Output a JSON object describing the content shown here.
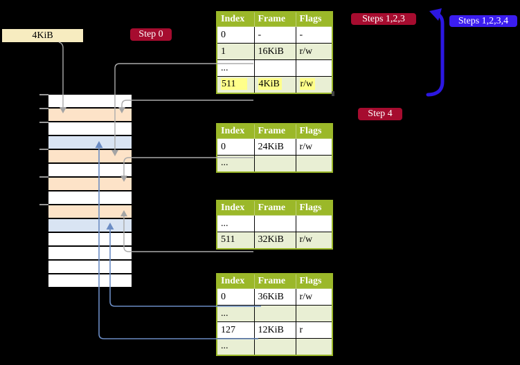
{
  "frame_label": {
    "text": "4KiB"
  },
  "badges": {
    "step0": "Step 0",
    "steps123": "Steps 1,2,3",
    "steps1234": "Steps 1,2,3,4",
    "step4": "Step 4"
  },
  "memory_column": {
    "rows": [
      "white",
      "peach",
      "white",
      "blue",
      "peach",
      "white",
      "peach",
      "white",
      "peach",
      "blue",
      "white",
      "white",
      "white",
      "white"
    ]
  },
  "tables": [
    {
      "headers": [
        "Index",
        "Frame",
        "Flags"
      ],
      "rows": [
        {
          "shade": "plain",
          "cells": [
            "0",
            "-",
            "-"
          ]
        },
        {
          "shade": "alt",
          "cells": [
            "1",
            "16KiB",
            "r/w"
          ]
        },
        {
          "shade": "plain",
          "cells": [
            "...",
            "",
            ""
          ]
        },
        {
          "shade": "alt",
          "highlight": true,
          "cells": [
            "511",
            "4KiB",
            "r/w"
          ]
        }
      ]
    },
    {
      "headers": [
        "Index",
        "Frame",
        "Flags"
      ],
      "rows": [
        {
          "shade": "plain",
          "cells": [
            "0",
            "24KiB",
            "r/w"
          ]
        },
        {
          "shade": "alt",
          "cells": [
            "...",
            "",
            ""
          ]
        }
      ]
    },
    {
      "headers": [
        "Index",
        "Frame",
        "Flags"
      ],
      "rows": [
        {
          "shade": "plain",
          "cells": [
            "...",
            "",
            ""
          ]
        },
        {
          "shade": "alt",
          "cells": [
            "511",
            "32KiB",
            "r/w"
          ]
        }
      ]
    },
    {
      "headers": [
        "Index",
        "Frame",
        "Flags"
      ],
      "rows": [
        {
          "shade": "plain",
          "cells": [
            "0",
            "36KiB",
            "r/w"
          ]
        },
        {
          "shade": "alt",
          "cells": [
            "...",
            "",
            ""
          ]
        },
        {
          "shade": "plain",
          "cells": [
            "127",
            "12KiB",
            "r"
          ]
        },
        {
          "shade": "alt",
          "cells": [
            "...",
            "",
            ""
          ]
        }
      ]
    }
  ],
  "colors": {
    "background": "#000000",
    "badge_red": "#a60c2f",
    "badge_blue": "#3b1df0",
    "big_arrow_blue": "#2c17e2",
    "table_header_green": "#9bb829",
    "table_alt_row_green": "#e9efd4",
    "frame_label_cream": "#f7ecc0",
    "memory_page_table_peach": "#fde3c8",
    "memory_mapped_frame_blue": "#d9e4f3",
    "highlight_yellow": "#ffff8a",
    "connector_gray": "#ababab",
    "connector_blue": "#6b8cc4"
  }
}
